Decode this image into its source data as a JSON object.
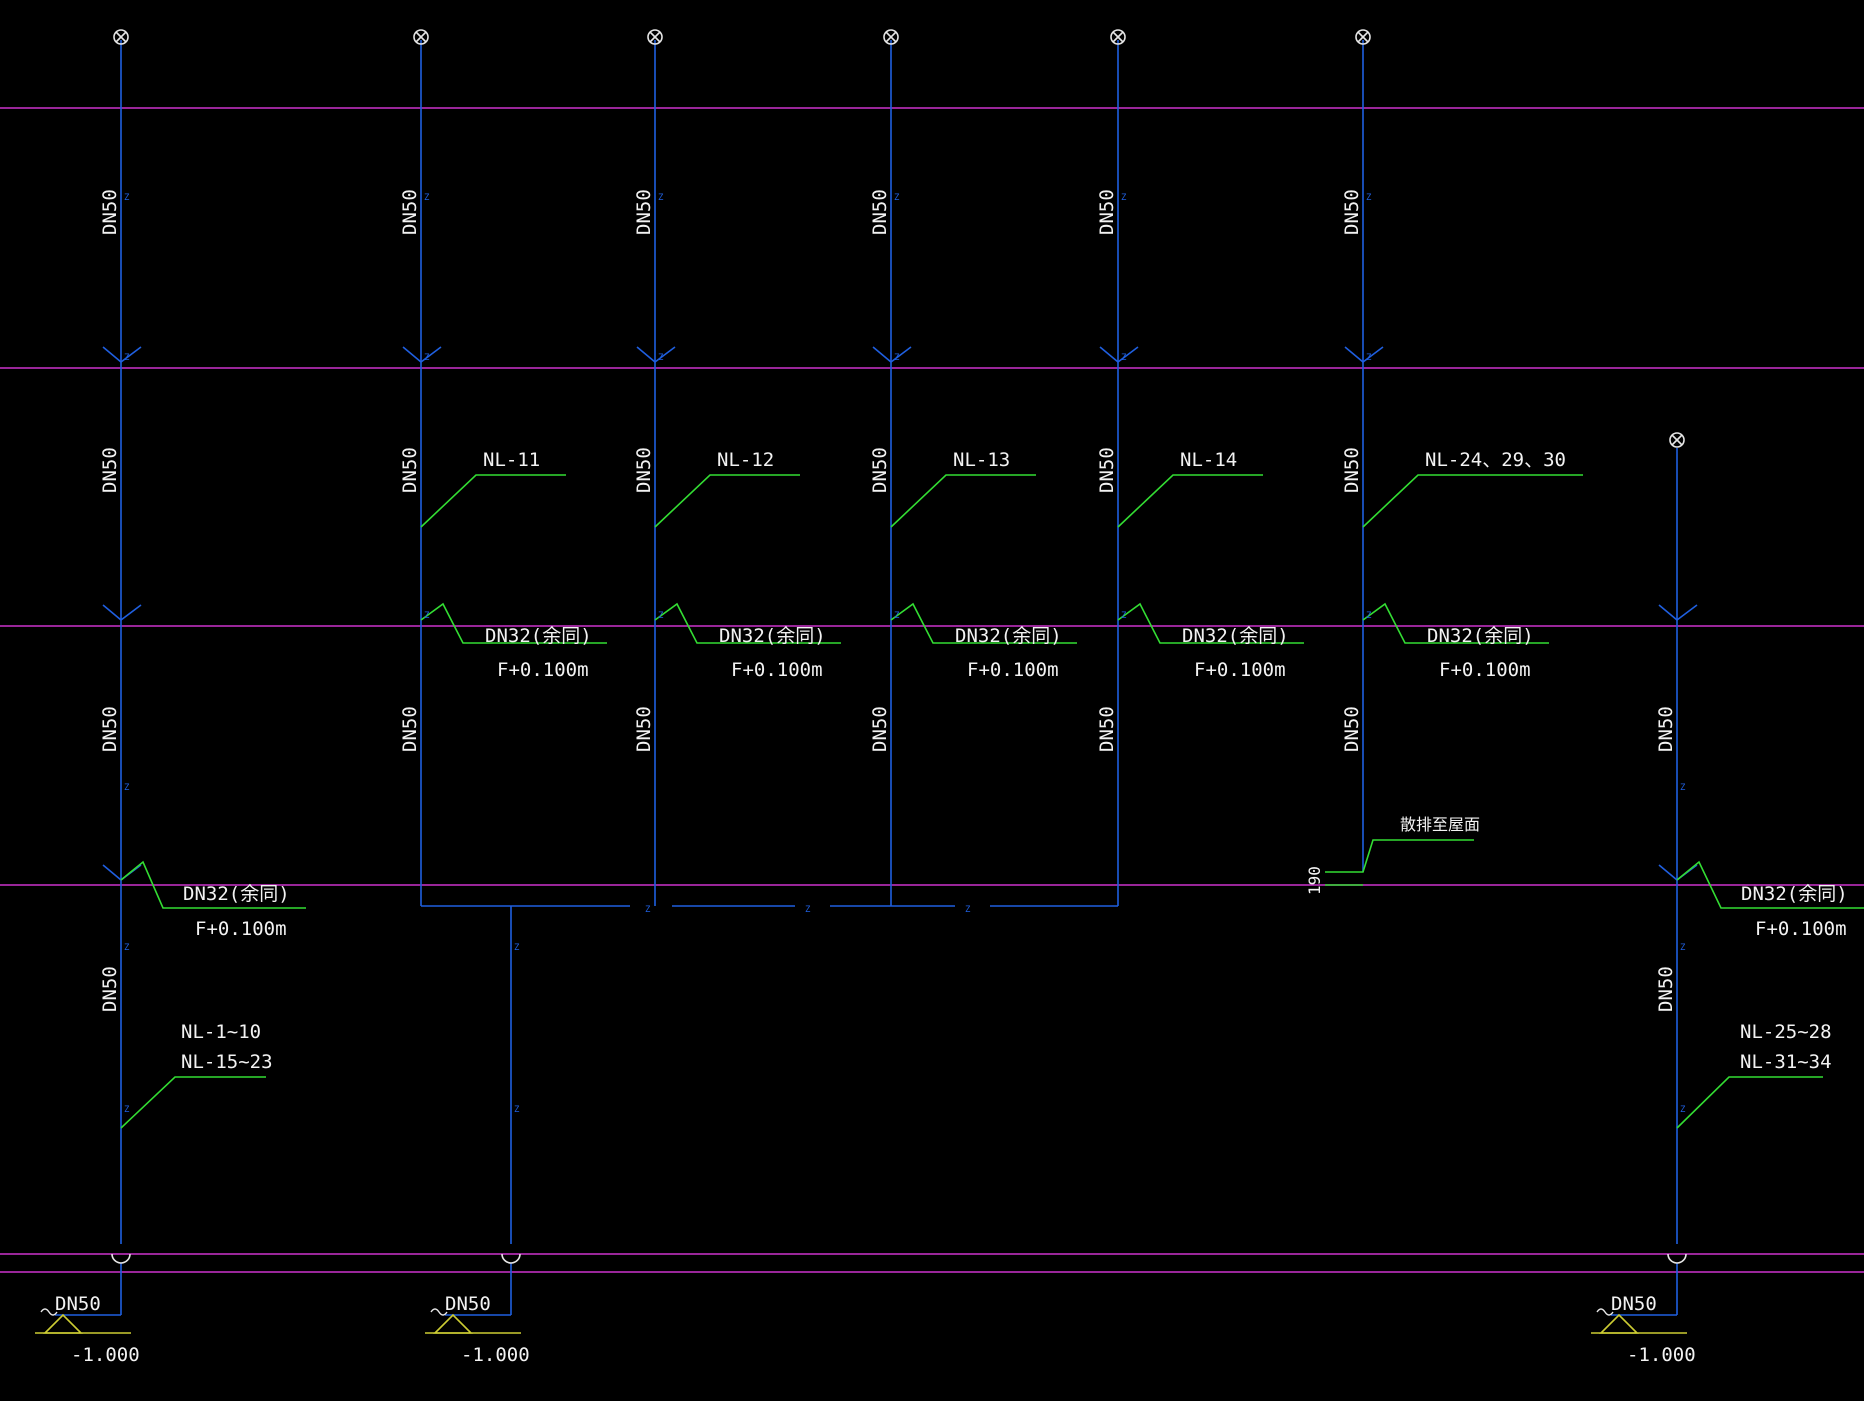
{
  "colors": {
    "background": "#000000",
    "floor_line": "#cc33cc",
    "pipe": "#1f5fe0",
    "leader": "#33dd33",
    "text": "#f2f2f2",
    "symbol": "#e6e6e6",
    "ground": "#cccc33"
  },
  "icons": {
    "vent_cap": "vent-cap-icon",
    "floor_drain": "floor-drain-icon",
    "outlet": "outlet-trap-icon",
    "elevation": "elevation-triangle-icon"
  },
  "labels": {
    "dn50": "DN50",
    "dn32": "DN32(余同)",
    "floor_height": "F+0.100m",
    "elevation": "-1.000",
    "flag": "Z"
  },
  "risers": [
    {
      "id": "r1",
      "tag": "",
      "tag2": ""
    },
    {
      "id": "r2",
      "tag": "NL-11",
      "tag2": ""
    },
    {
      "id": "r3",
      "tag": "NL-12",
      "tag2": ""
    },
    {
      "id": "r4",
      "tag": "NL-13",
      "tag2": ""
    },
    {
      "id": "r5",
      "tag": "NL-14",
      "tag2": ""
    },
    {
      "id": "r6",
      "tag": "NL-24、29、30",
      "tag2": ""
    },
    {
      "id": "r7",
      "tag": "",
      "tag2": ""
    }
  ],
  "tags": {
    "left_bottom_1": "NL-1~10",
    "left_bottom_2": "NL-15~23",
    "right_bottom_1": "NL-25~28",
    "right_bottom_2": "NL-31~34",
    "roof_discharge": "散排至屋面",
    "vertical_note": "190"
  }
}
